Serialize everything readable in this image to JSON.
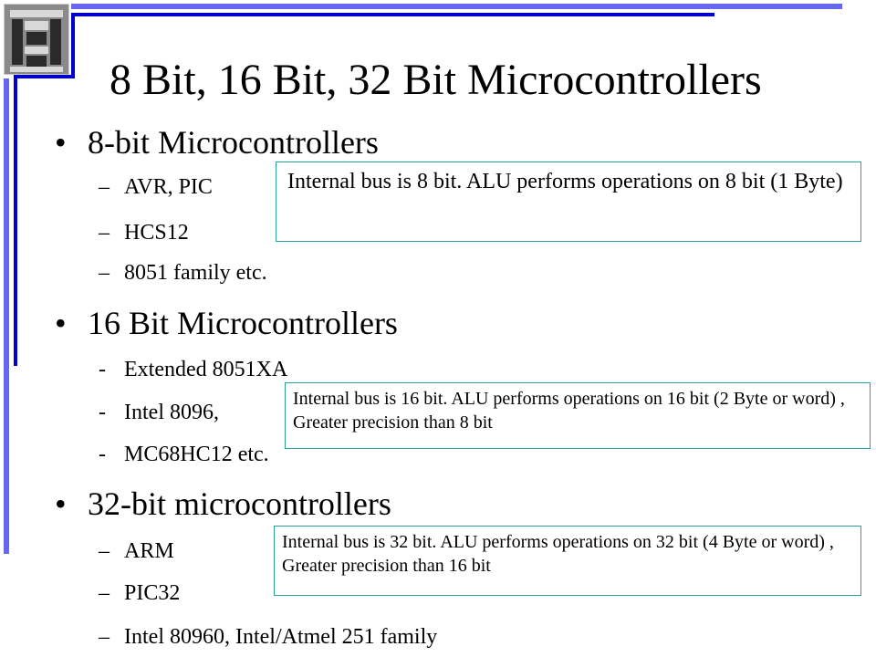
{
  "slide": {
    "title": "8 Bit, 16 Bit, 32 Bit Microcontrollers",
    "accent_light": "#6666ee",
    "accent_dark": "#0000cc",
    "note_border": "#2aa198",
    "sections": [
      {
        "heading": "8-bit Microcontrollers",
        "bullet": "•",
        "item_marker": "–",
        "items": [
          "AVR, PIC",
          "HCS12",
          "8051 family etc."
        ],
        "note": "Internal bus is 8 bit. ALU performs operations on 8 bit (1 Byte)"
      },
      {
        "heading": "16 Bit Microcontrollers",
        "bullet": "•",
        "item_marker": "-",
        "items": [
          "Extended 8051XA",
          "Intel 8096,",
          "MC68HC12 etc."
        ],
        "note": "Internal bus is 16 bit. ALU performs operations on 16 bit (2 Byte or word) , Greater precision than 8 bit"
      },
      {
        "heading": "32-bit microcontrollers",
        "bullet": "•",
        "item_marker": "–",
        "items": [
          "ARM",
          "PIC32",
          "Intel 80960, Intel/Atmel 251 family"
        ],
        "note": "Internal bus is 32 bit. ALU performs operations on 32 bit (4 Byte or word) , Greater precision than 16 bit"
      }
    ]
  }
}
